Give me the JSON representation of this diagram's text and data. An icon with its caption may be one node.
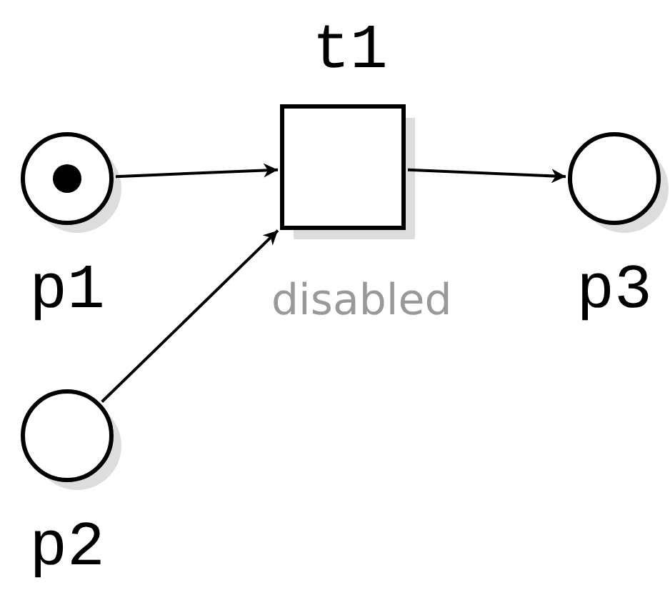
{
  "diagram": {
    "nodes": [
      {
        "text": [
          "p1"
        ]
      },
      {
        "text": [
          "t1"
        ],
        "beside": [
          "disabled"
        ]
      },
      {
        "text": [
          "p3"
        ]
      },
      {
        "text": [
          "p2"
        ]
      }
    ],
    "edges": [
      {
        "from": 0,
        "to": 1,
        "arrow": "to"
      },
      {
        "from": 1,
        "to": 2,
        "arrow": "to"
      },
      {
        "from": 3,
        "to": 1,
        "arrow": "to"
      }
    ]
  }
}
